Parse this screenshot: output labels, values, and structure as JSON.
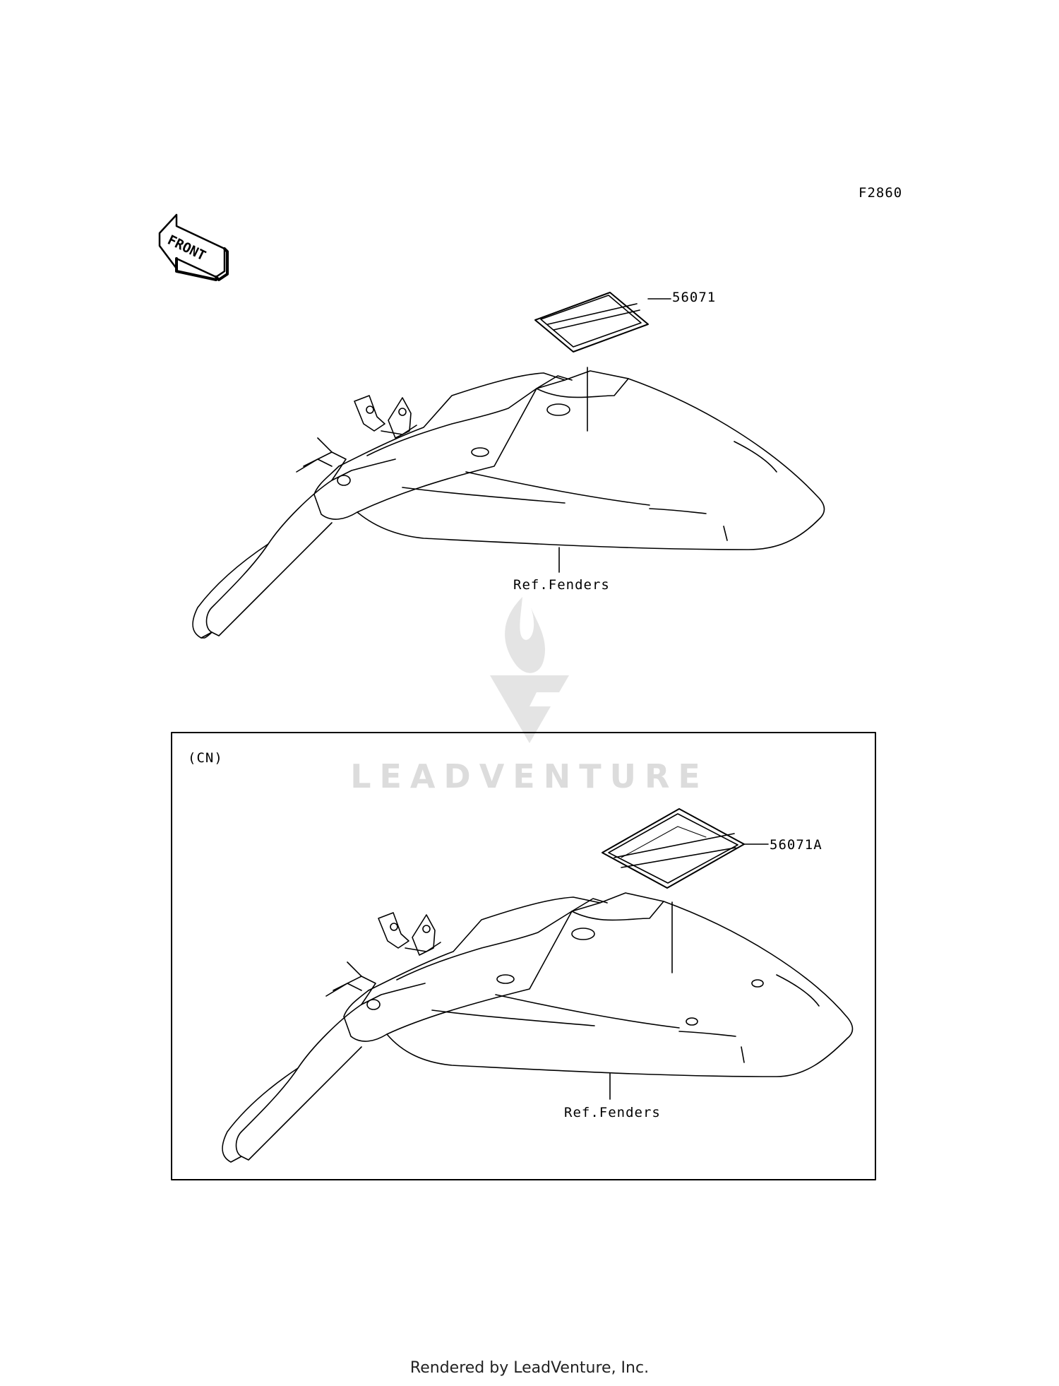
{
  "diagram_code": "F2860",
  "front_arrow": {
    "text": "FRONT",
    "icon": "front-direction-arrow-icon"
  },
  "upper": {
    "part_label": "56071",
    "ref_label": "Ref.Fenders"
  },
  "lower": {
    "region_label": "(CN)",
    "part_label": "56071A",
    "ref_label": "Ref.Fenders"
  },
  "watermark": {
    "text": "LEADVENTURE",
    "icon": "flame-v-logo-icon"
  },
  "footer": "Rendered by LeadVenture, Inc.",
  "colors": {
    "line": "#000000",
    "watermark": "#dcdcdc",
    "background": "#ffffff"
  }
}
